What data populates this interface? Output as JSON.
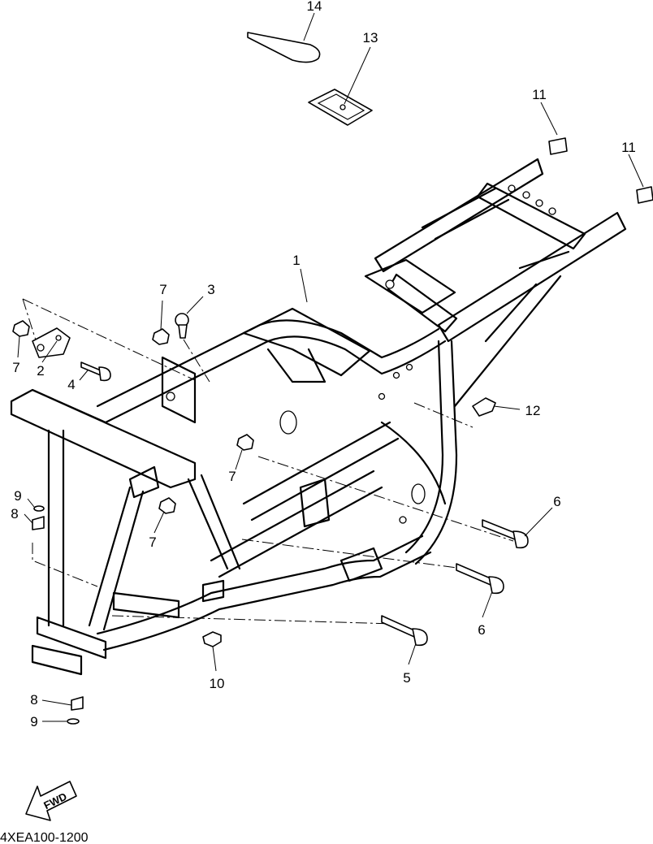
{
  "diagram": {
    "code": "4XEA100-1200",
    "fwd_label": "FWD",
    "callouts": {
      "c1": "1",
      "c2": "2",
      "c3": "3",
      "c4": "4",
      "c5": "5",
      "c6a": "6",
      "c6b": "6",
      "c7a": "7",
      "c7b": "7",
      "c7c": "7",
      "c7d": "7",
      "c8a": "8",
      "c8b": "8",
      "c9a": "9",
      "c9b": "9",
      "c10": "10",
      "c11a": "11",
      "c11b": "11",
      "c12": "12",
      "c13": "13",
      "c14": "14"
    }
  }
}
